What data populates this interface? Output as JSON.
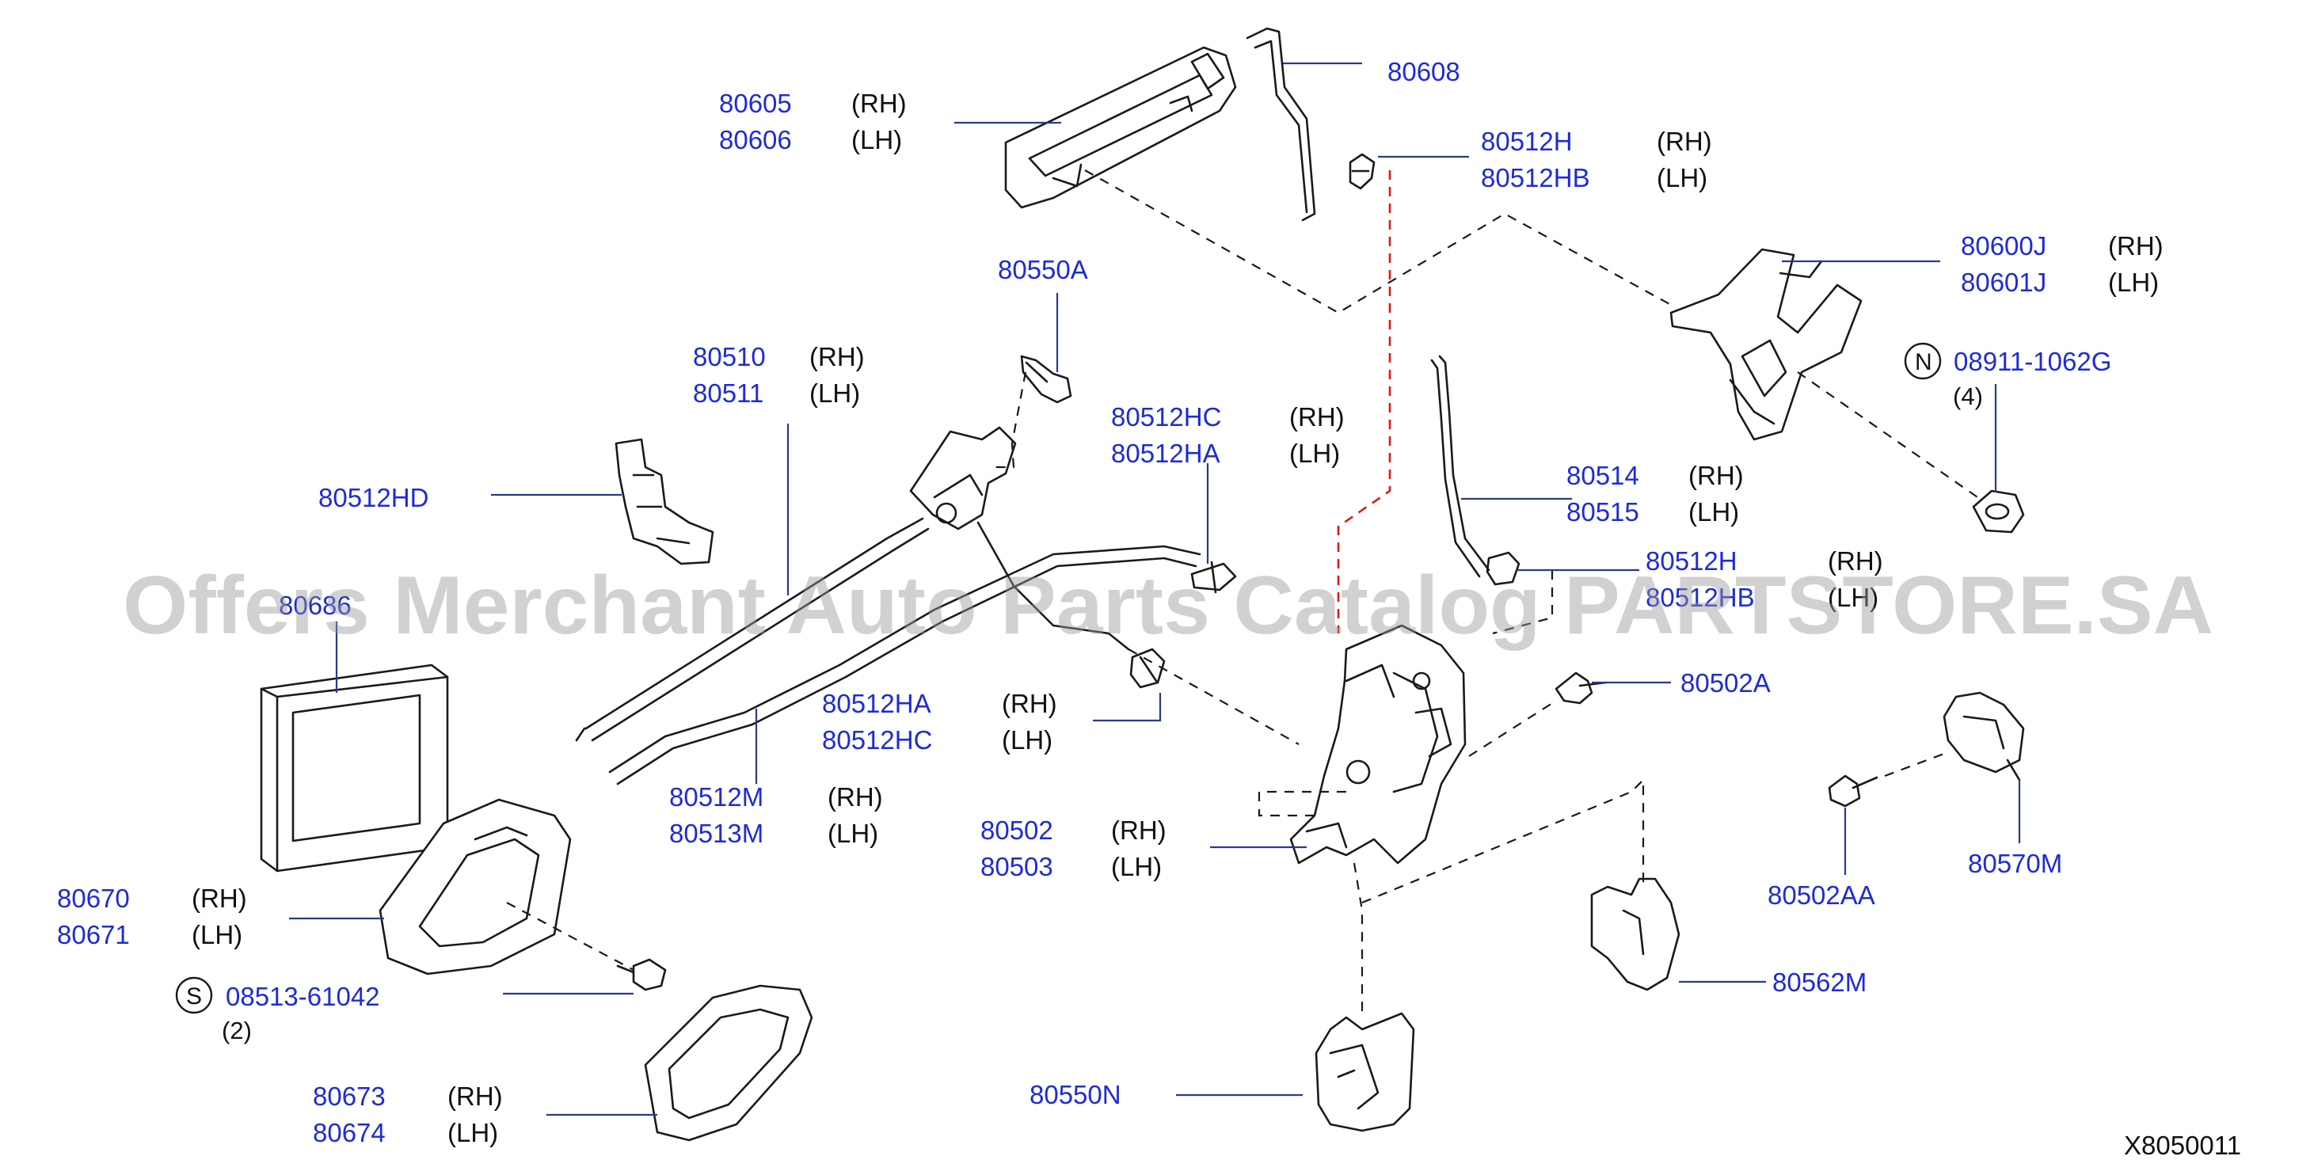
{
  "watermark": "Offers Merchant Auto Parts Catalog PARTSTORE.SA",
  "diagram_code": "X8050011",
  "callouts": [
    {
      "id": "c80605",
      "num": "80605",
      "side": "(RH)"
    },
    {
      "id": "c80606",
      "num": "80606",
      "side": "(LH)"
    },
    {
      "id": "c80608",
      "num": "80608",
      "side": ""
    },
    {
      "id": "c80512H_a",
      "num": "80512H",
      "side": "(RH)"
    },
    {
      "id": "c80512HB_a",
      "num": "80512HB",
      "side": "(LH)"
    },
    {
      "id": "c80600J",
      "num": "80600J",
      "side": "(RH)"
    },
    {
      "id": "c80601J",
      "num": "80601J",
      "side": "(LH)"
    },
    {
      "id": "c08911",
      "num": "08911-1062G",
      "side": "",
      "prefix": "N",
      "qty": "(4)"
    },
    {
      "id": "c80550A",
      "num": "80550A",
      "side": ""
    },
    {
      "id": "c80510",
      "num": "80510",
      "side": "(RH)"
    },
    {
      "id": "c80511",
      "num": "80511",
      "side": "(LH)"
    },
    {
      "id": "c80512HC_a",
      "num": "80512HC",
      "side": "(RH)"
    },
    {
      "id": "c80512HA_a",
      "num": "80512HA",
      "side": "(LH)"
    },
    {
      "id": "c80512HD",
      "num": "80512HD",
      "side": ""
    },
    {
      "id": "c80514",
      "num": "80514",
      "side": "(RH)"
    },
    {
      "id": "c80515",
      "num": "80515",
      "side": "(LH)"
    },
    {
      "id": "c80512H_b",
      "num": "80512H",
      "side": "(RH)"
    },
    {
      "id": "c80512HB_b",
      "num": "80512HB",
      "side": "(LH)"
    },
    {
      "id": "c80686",
      "num": "80686",
      "side": ""
    },
    {
      "id": "c80502A",
      "num": "80502A",
      "side": ""
    },
    {
      "id": "c80512HA_b",
      "num": "80512HA",
      "side": "(RH)"
    },
    {
      "id": "c80512HC_b",
      "num": "80512HC",
      "side": "(LH)"
    },
    {
      "id": "c80512M",
      "num": "80512M",
      "side": "(RH)"
    },
    {
      "id": "c80513M",
      "num": "80513M",
      "side": "(LH)"
    },
    {
      "id": "c80502",
      "num": "80502",
      "side": "(RH)"
    },
    {
      "id": "c80503",
      "num": "80503",
      "side": "(LH)"
    },
    {
      "id": "c80570M",
      "num": "80570M",
      "side": ""
    },
    {
      "id": "c80502AA",
      "num": "80502AA",
      "side": ""
    },
    {
      "id": "c80670",
      "num": "80670",
      "side": "(RH)"
    },
    {
      "id": "c80671",
      "num": "80671",
      "side": "(LH)"
    },
    {
      "id": "c08513",
      "num": "08513-61042",
      "side": "",
      "prefix": "S",
      "qty": "(2)"
    },
    {
      "id": "c80562M",
      "num": "80562M",
      "side": ""
    },
    {
      "id": "c80673",
      "num": "80673",
      "side": "(RH)"
    },
    {
      "id": "c80674",
      "num": "80674",
      "side": "(LH)"
    },
    {
      "id": "c80550N",
      "num": "80550N",
      "side": ""
    }
  ]
}
